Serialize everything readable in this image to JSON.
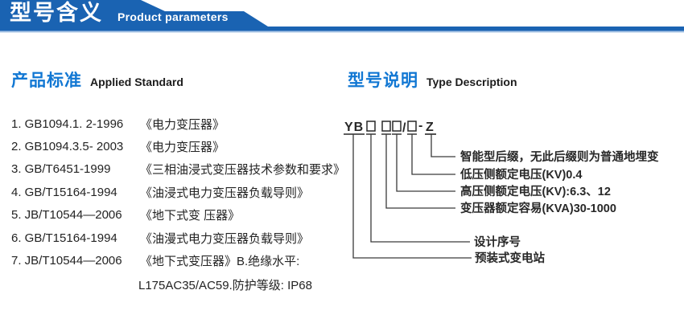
{
  "banner": {
    "title_cn": "型号含义",
    "title_en": "Product parameters",
    "color": "#1a63b2",
    "underline_color": "#a9c6e6"
  },
  "standards": {
    "heading_cn": "产品标准",
    "heading_en": "Applied Standard",
    "items": [
      {
        "code": "1. GB1094.1. 2-1996",
        "title": "《电力变压器》"
      },
      {
        "code": "2. GB1094.3.5- 2003",
        "title": "《电力变压器》"
      },
      {
        "code": "3. GB/T6451-1999",
        "title": "《三相油浸式变压器技术参数和要求》"
      },
      {
        "code": "4. GB/T15164-1994",
        "title": "《油浸式电力变压器负载导则》"
      },
      {
        "code": "5. JB/T10544—2006",
        "title": "《地下式变 压器》"
      },
      {
        "code": "6. GB/T15164-1994",
        "title": "《油漫式电力变压器负载导则》"
      },
      {
        "code": "7. JB/T10544—2006",
        "title": "《地下式变压器》B.绝缘水平:"
      }
    ],
    "continuation": "L175AC35/AC59.防护等级: IP68"
  },
  "type_desc": {
    "heading_cn": "型号说明",
    "heading_en": "Type Description",
    "code": {
      "prefix": "YB",
      "slash": "/",
      "dash": "-",
      "suffix": "Z"
    },
    "labels": [
      "智能型后缀，无此后缀则为普通地埋变",
      "低压侧额定电压(KV)0.4",
      "高压侧额定电压(KV):6.3、12",
      "变压器额定容易(KVA)30-1000",
      "设计序号",
      "预装式变电站"
    ]
  },
  "colors": {
    "banner_blue": "#1a63b2",
    "heading_blue": "#1177d3",
    "text": "#232323",
    "line": "#3a3a3a"
  }
}
